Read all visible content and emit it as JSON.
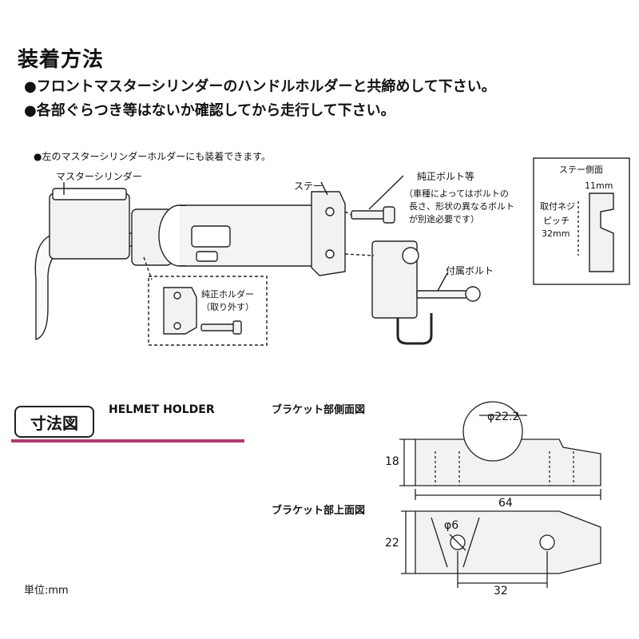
{
  "heading": "装着方法",
  "instructions": [
    "●フロントマスターシリンダーのハンドルホルダーと共締めして下さい。",
    "●各部ぐらつき等はないか確認してから走行して下さい。"
  ],
  "install_note": "●左のマスターシリンダーホルダーにも装着できます。",
  "labels": {
    "master_cylinder": "マスターシリンダー",
    "stay": "ステー",
    "genuine_bolt": "純正ボルト等",
    "bolt_note_1": "（車種によってはボルトの",
    "bolt_note_2": "長さ、形状の異なるボルト",
    "bolt_note_3": "が別途必要です）",
    "genuine_holder_1": "純正ホルダー",
    "genuine_holder_2": "（取り外す）",
    "included_bolt": "付属ボルト",
    "stay_side": "ステー側面",
    "stay_11mm": "11mm",
    "pitch_1": "取付ネジ",
    "pitch_2": "ピッチ",
    "pitch_3": "32mm"
  },
  "dimensions_section": {
    "tag": "寸法図",
    "product": "HELMET HOLDER",
    "side_view": "ブラケット部側面図",
    "top_view": "ブラケット部上面図",
    "dia_22": "φ22.2",
    "h18": "18",
    "w64": "64",
    "h22": "22",
    "dia_6": "φ6",
    "w32": "32",
    "unit": "単位:mm"
  },
  "colors": {
    "accent": "#b03a72",
    "line": "#222222",
    "fill": "#f2f2f2"
  }
}
